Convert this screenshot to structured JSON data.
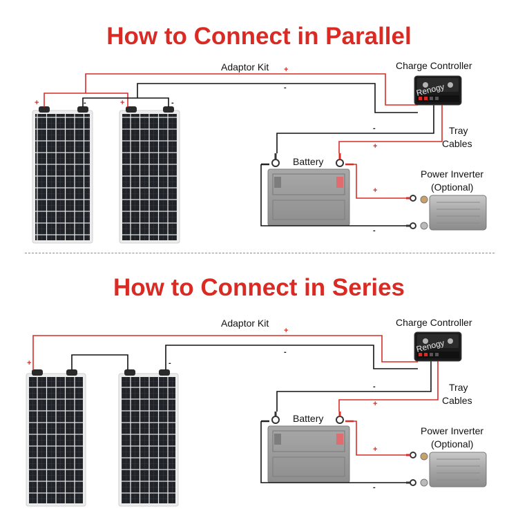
{
  "titles": {
    "parallel": "How to Connect in Parallel",
    "series": "How to Connect in Series"
  },
  "labels": {
    "adaptor_kit": "Adaptor Kit",
    "charge_controller": "Charge Controller",
    "tray_line1": "Tray",
    "tray_line2": "Cables",
    "battery": "Battery",
    "inverter_line1": "Power Inverter",
    "inverter_line2": "(Optional)",
    "controller_brand": "Renogy",
    "plus": "+",
    "minus": "-"
  },
  "colors": {
    "title": "#d92b24",
    "positive_wire": "#d92b24",
    "negative_wire": "#111111",
    "panel_cell": "#1f2226",
    "panel_frame": "#e9e9e9"
  },
  "sections": [
    {
      "name": "parallel",
      "panel_count": 2
    },
    {
      "name": "series",
      "panel_count": 2
    }
  ]
}
